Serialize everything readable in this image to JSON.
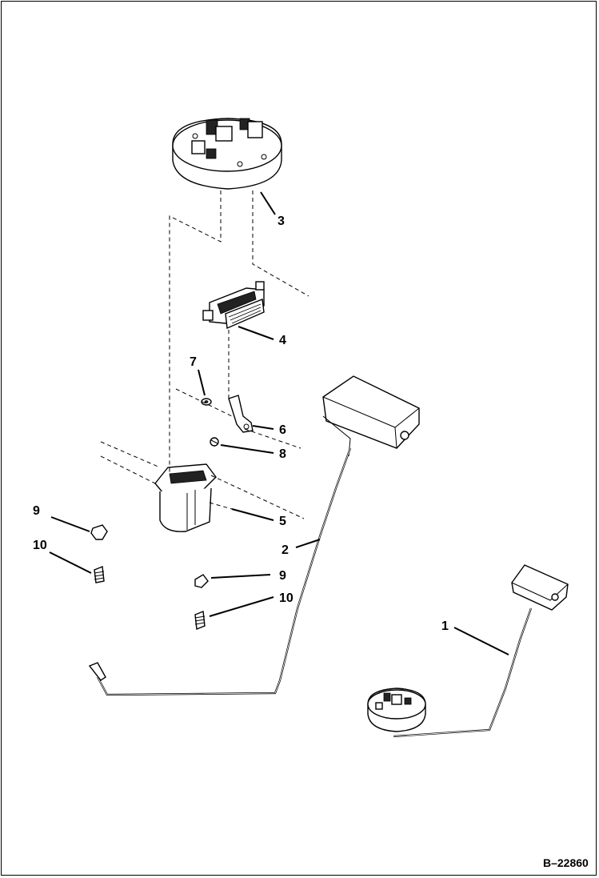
{
  "figure_id": "B–22860",
  "callouts": [
    "1",
    "2",
    "3",
    "4",
    "5",
    "6",
    "7",
    "8",
    "9",
    "10",
    "9",
    "10"
  ],
  "colors": {
    "ink": "#000000",
    "paper": "#ffffff"
  }
}
